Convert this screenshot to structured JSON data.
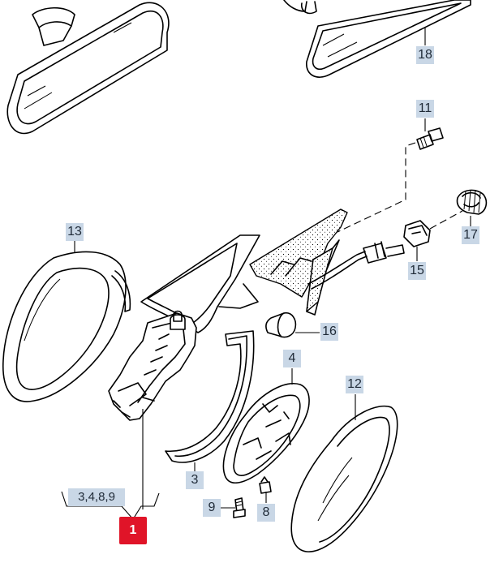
{
  "callouts": {
    "c18": "18",
    "c11": "11",
    "c13": "13",
    "c17": "17",
    "c15": "15",
    "c16": "16",
    "c4": "4",
    "c12": "12",
    "c3": "3",
    "c9": "9",
    "c8": "8",
    "c3489": "3,4,8,9",
    "c1": "1"
  },
  "colors": {
    "callout_bg": "#c9d7e6",
    "main_callout_bg": "#e01428"
  }
}
